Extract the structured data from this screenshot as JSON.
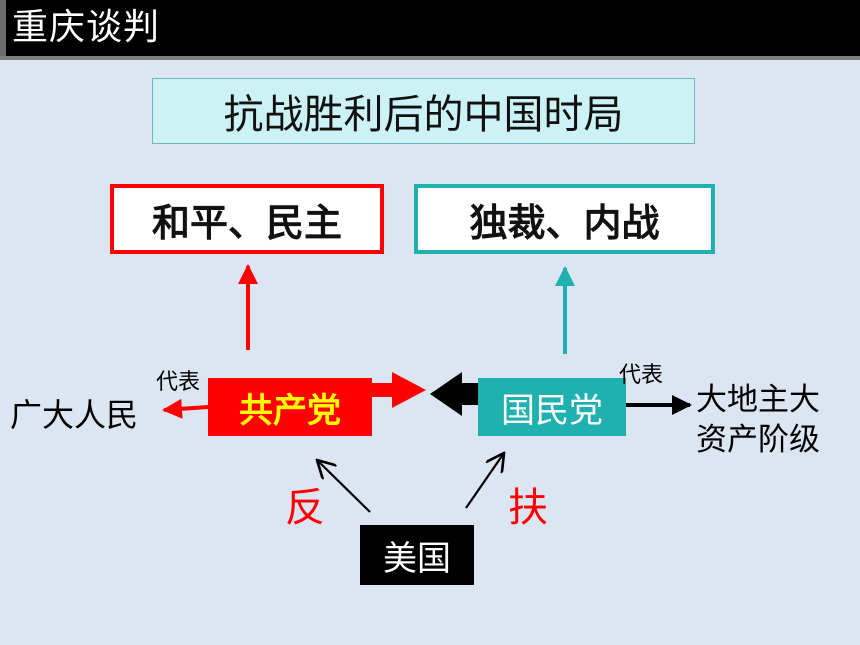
{
  "slide_title": "重庆谈判",
  "topic": "抗战胜利后的中国时局",
  "goals": {
    "left": "和平、民主",
    "right": "独裁、内战"
  },
  "parties": {
    "left": "共产党",
    "right": "国民党"
  },
  "represents_label": "代表",
  "represented": {
    "left": "广大人民",
    "right": "大地主大资产阶级"
  },
  "us_actor": "美国",
  "us_relations": {
    "left": "反",
    "right": "扶"
  },
  "colors": {
    "red": "#ff0000",
    "teal": "#1fb0b0",
    "cpc_text": "#ffff00",
    "background": "#dce6f2",
    "topic_fill": "#ccf2f5"
  }
}
